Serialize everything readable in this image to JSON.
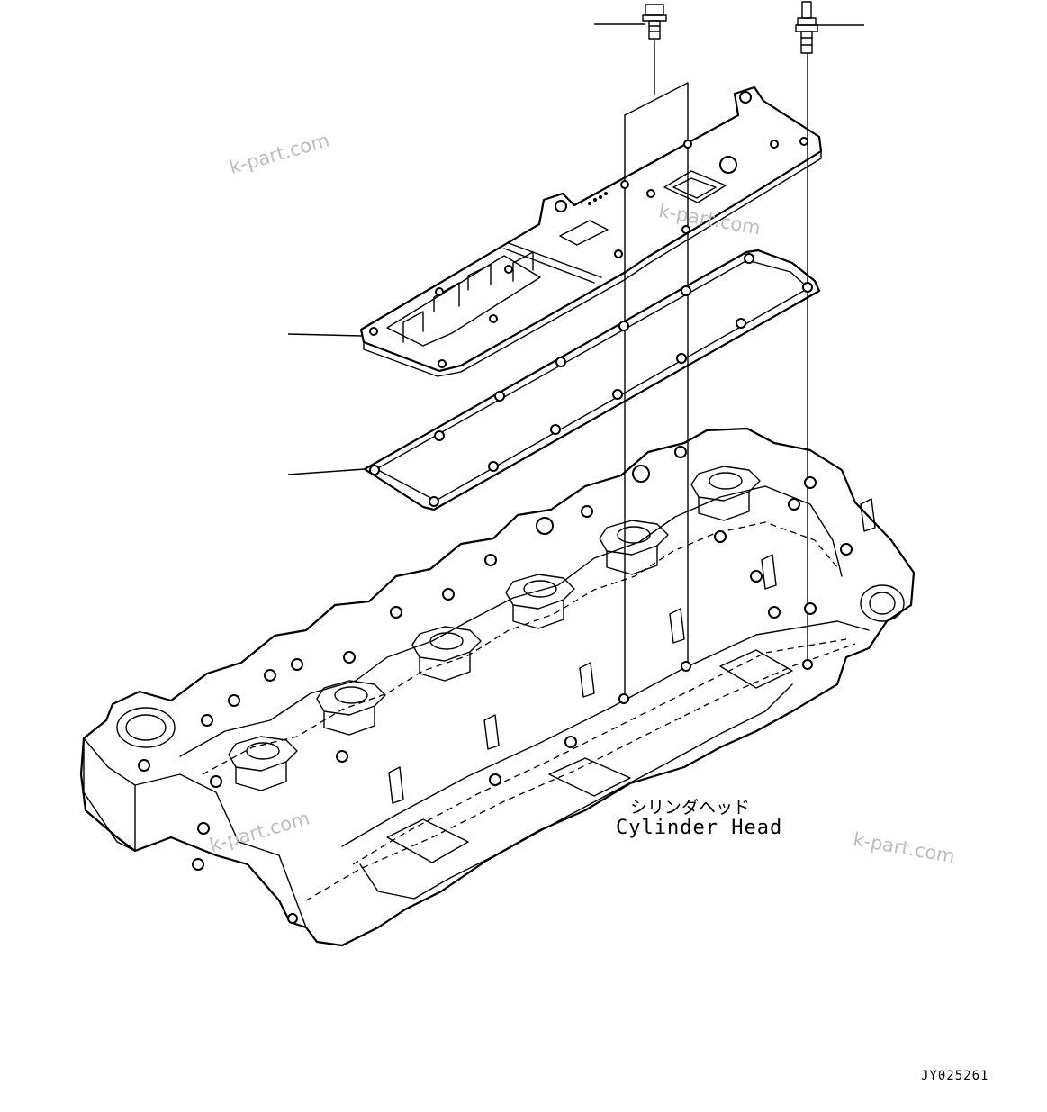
{
  "diagram": {
    "part_label_jp": "シリンダヘッド",
    "part_label_en": "Cylinder Head",
    "drawing_code": "JY025261",
    "watermarks": [
      "k-part.com",
      "k-part.com",
      "k-part.com",
      "k-part.com"
    ]
  },
  "colors": {
    "line": "#000000",
    "background": "#ffffff",
    "watermark": "#bdbdbd"
  }
}
